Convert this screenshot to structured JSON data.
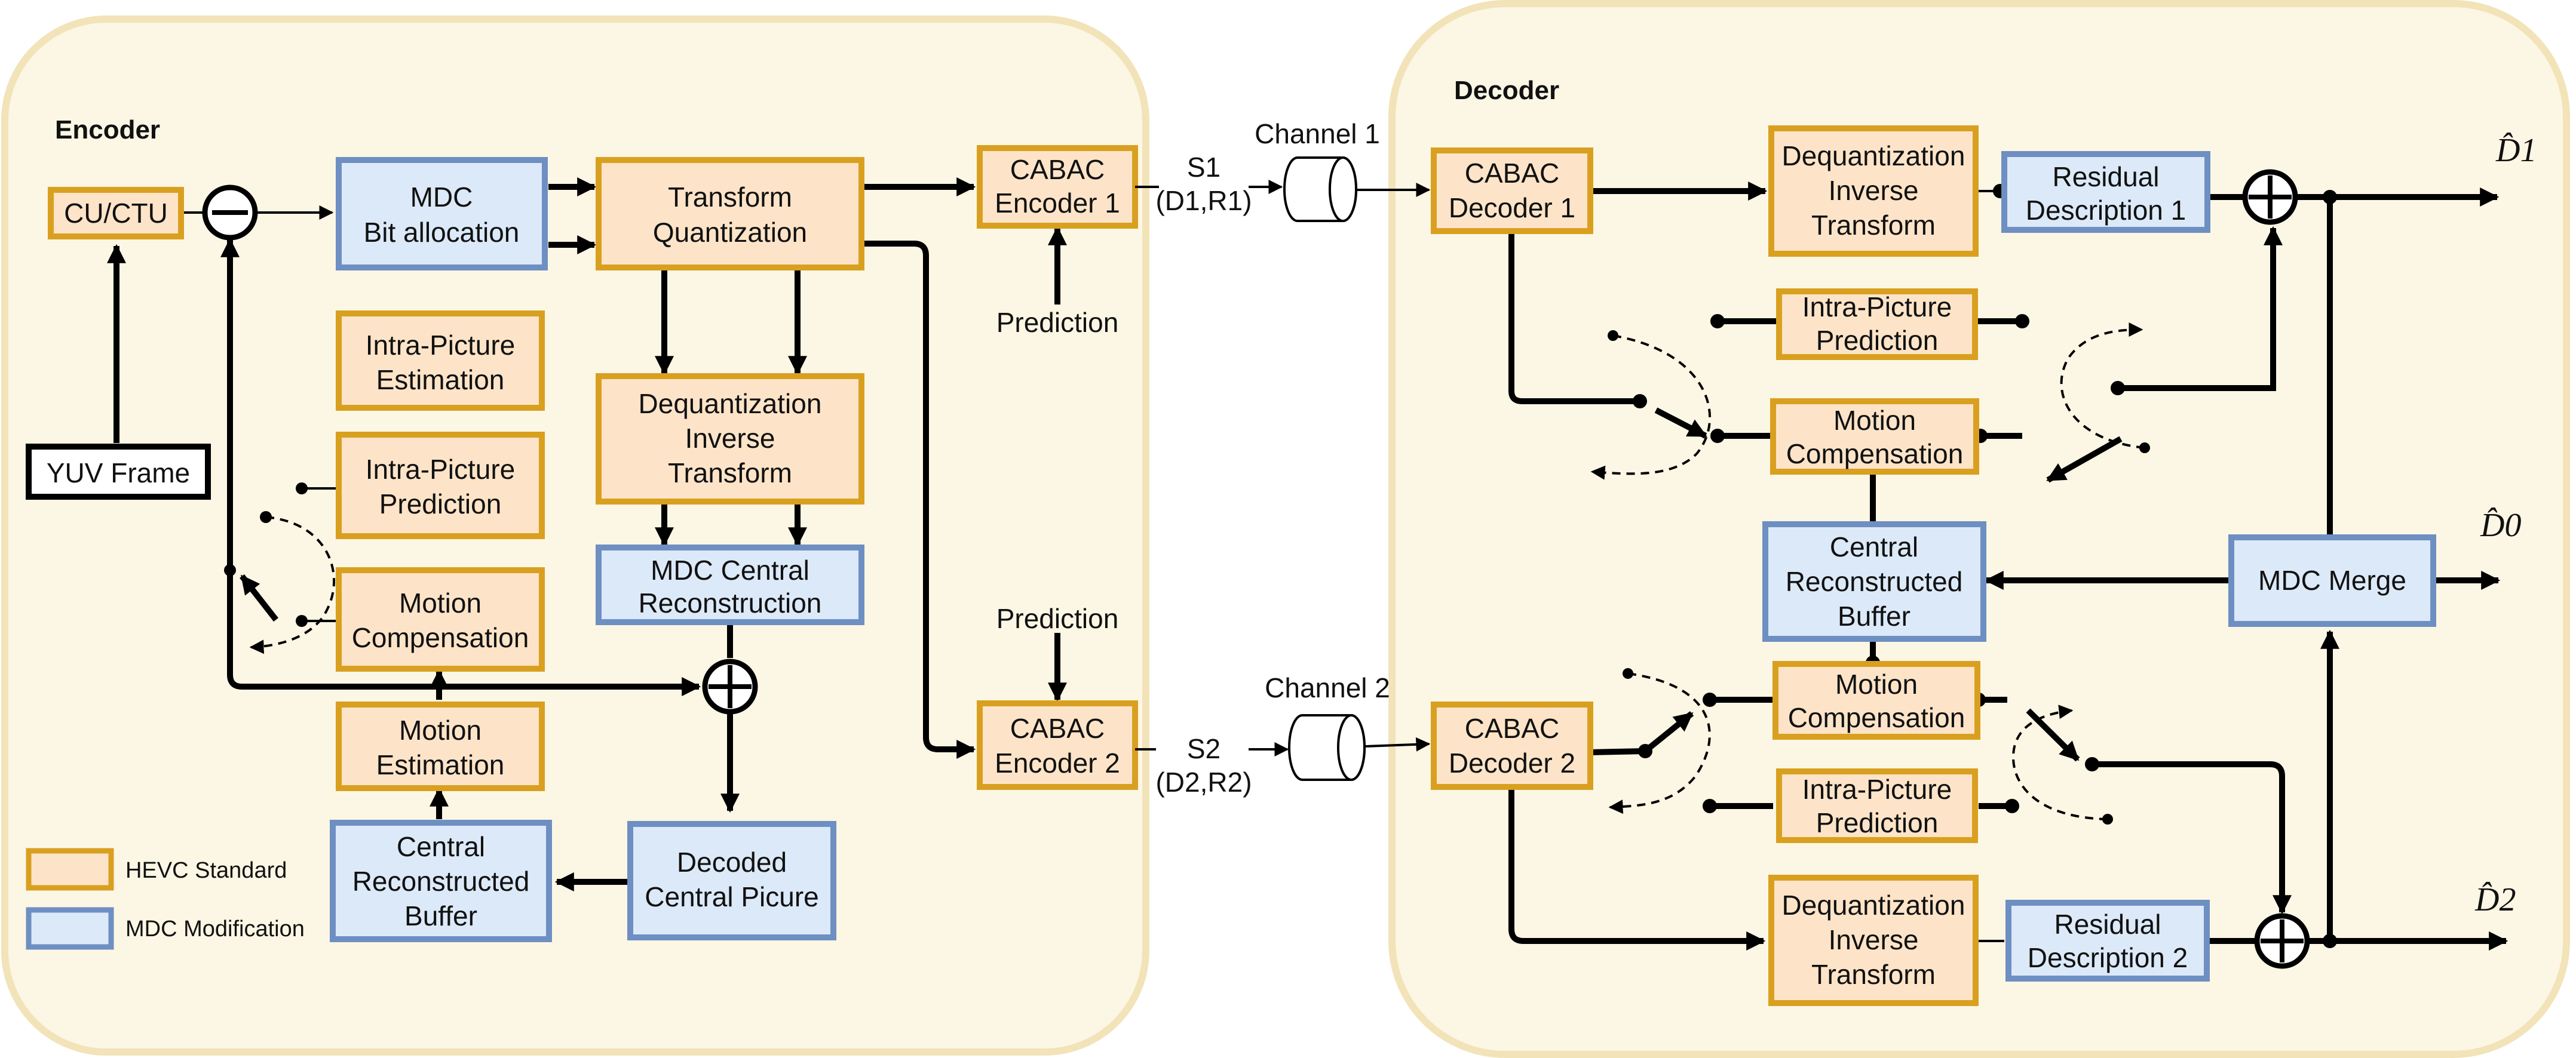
{
  "panels": {
    "encoder_title": "Encoder",
    "decoder_title": "Decoder"
  },
  "encoder": {
    "cu_ctu": "CU/CTU",
    "yuv_frame": "YUV Frame",
    "mdc_bit_allocation": [
      "MDC",
      "Bit allocation"
    ],
    "transform_quantization": [
      "Transform",
      "Quantization"
    ],
    "intra_estimation": [
      "Intra-Picture",
      "Estimation"
    ],
    "intra_prediction": [
      "Intra-Picture",
      "Prediction"
    ],
    "motion_compensation": [
      "Motion",
      "Compensation"
    ],
    "motion_estimation": [
      "Motion",
      "Estimation"
    ],
    "dequant_inverse": [
      "Dequantization",
      "Inverse",
      "Transform"
    ],
    "mdc_central_reconstruction": [
      "MDC Central",
      "Reconstruction"
    ],
    "central_buffer": [
      "Central",
      "Reconstructed",
      "Buffer"
    ],
    "decoded_central": [
      "Decoded",
      "Central Picure"
    ],
    "cabac_encoder_1": [
      "CABAC",
      "Encoder 1"
    ],
    "cabac_encoder_2": [
      "CABAC",
      "Encoder 2"
    ],
    "prediction_1": "Prediction",
    "prediction_2": "Prediction"
  },
  "streams": {
    "s1": [
      "S1",
      "(D1,R1)"
    ],
    "s2": [
      "S2",
      "(D2,R2)"
    ],
    "channel_1": "Channel 1",
    "channel_2": "Channel 2"
  },
  "decoder": {
    "cabac_decoder_1": [
      "CABAC",
      "Decoder 1"
    ],
    "cabac_decoder_2": [
      "CABAC",
      "Decoder 2"
    ],
    "dequant_inverse_1": [
      "Dequantization",
      "Inverse",
      "Transform"
    ],
    "dequant_inverse_2": [
      "Dequantization",
      "Inverse",
      "Transform"
    ],
    "residual_description_1": [
      "Residual",
      "Description 1"
    ],
    "residual_description_2": [
      "Residual",
      "Description 2"
    ],
    "intra_prediction_1": [
      "Intra-Picture",
      "Prediction"
    ],
    "intra_prediction_2": [
      "Intra-Picture",
      "Prediction"
    ],
    "motion_compensation_1": [
      "Motion",
      "Compensation"
    ],
    "motion_compensation_2": [
      "Motion",
      "Compensation"
    ],
    "central_buffer": [
      "Central",
      "Reconstructed",
      "Buffer"
    ],
    "mdc_merge": "MDC Merge"
  },
  "outputs": {
    "d1": "D̂1",
    "d0": "D̂0",
    "d2": "D̂2"
  },
  "legend": {
    "hevc": "HEVC Standard",
    "mdc": "MDC Modification"
  },
  "colors": {
    "hevc_fill": "#fde4c8",
    "hevc_stroke": "#d9a020",
    "mdc_fill": "#dce9f8",
    "mdc_stroke": "#6e8fc2",
    "panel_fill": "#fcf6e4"
  }
}
